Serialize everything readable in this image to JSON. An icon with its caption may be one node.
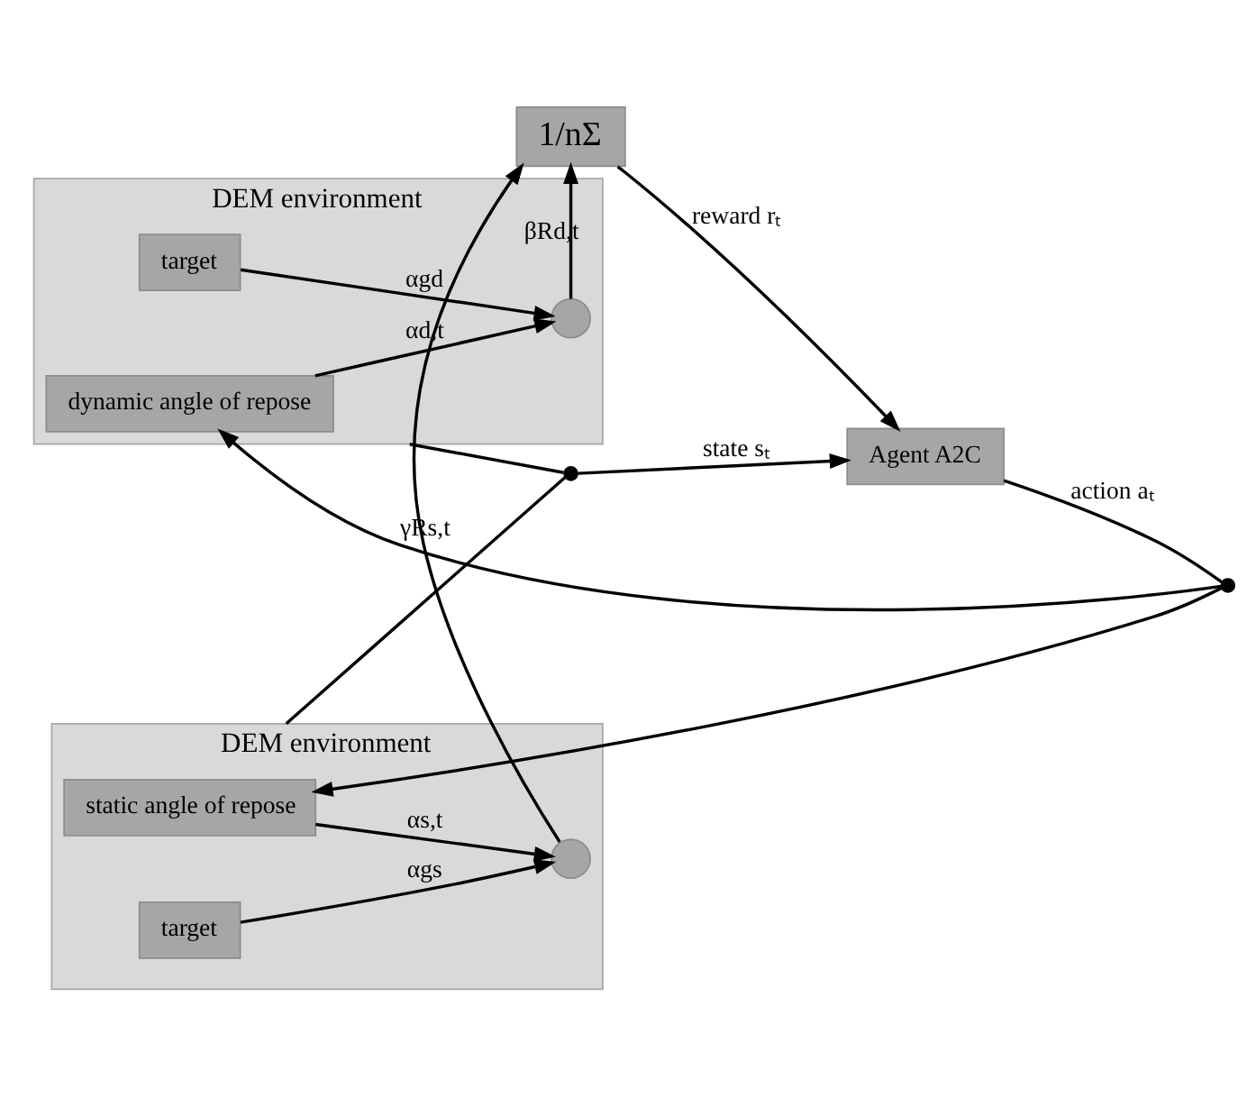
{
  "diagram": {
    "nodes": [
      {
        "text": [
          "Agent A2C"
        ]
      },
      {
        "text": [
          "DEM environment"
        ]
      },
      {
        "text": [
          "dynamic angle of repose"
        ],
        "in": 1
      },
      {
        "text": [
          "target"
        ],
        "in": 1
      },
      {
        "text": [],
        "shape": "circle",
        "in": 1
      },
      {
        "text": [
          "DEM environment"
        ]
      },
      {
        "text": [
          "static angle of repose"
        ],
        "in": 5
      },
      {
        "text": [
          "target"
        ],
        "in": 5
      },
      {
        "text": [],
        "shape": "circle",
        "in": 5
      },
      {
        "text": [
          "1/nΣ"
        ]
      },
      {
        "text": [],
        "shape": "dot"
      },
      {
        "text": [],
        "shape": "dot"
      }
    ],
    "edges": [
      {
        "from": 0,
        "to": 11,
        "arrow": "none",
        "label": "action aₜ"
      },
      {
        "from": 11,
        "to": 2,
        "arrow": "to"
      },
      {
        "from": 11,
        "to": 6,
        "arrow": "to"
      },
      {
        "from": 1,
        "to": 10,
        "arrow": "none"
      },
      {
        "from": 5,
        "to": 10,
        "arrow": "none"
      },
      {
        "from": 10,
        "to": 0,
        "arrow": "to",
        "label": "state sₜ"
      },
      {
        "from": 9,
        "to": 0,
        "arrow": "to",
        "label": "reward rₜ"
      },
      {
        "from": 2,
        "to": 4,
        "arrow": "to",
        "label": "αd,t"
      },
      {
        "from": 3,
        "to": 4,
        "arrow": "to",
        "label": "αgd"
      },
      {
        "from": 4,
        "to": 9,
        "arrow": "to",
        "label": "βRd,t"
      },
      {
        "from": 6,
        "to": 8,
        "arrow": "to",
        "label": "αs,t"
      },
      {
        "from": 7,
        "to": 8,
        "arrow": "to",
        "label": "αgs"
      },
      {
        "from": 8,
        "to": 9,
        "arrow": "to",
        "label": "γRs,t"
      }
    ]
  }
}
